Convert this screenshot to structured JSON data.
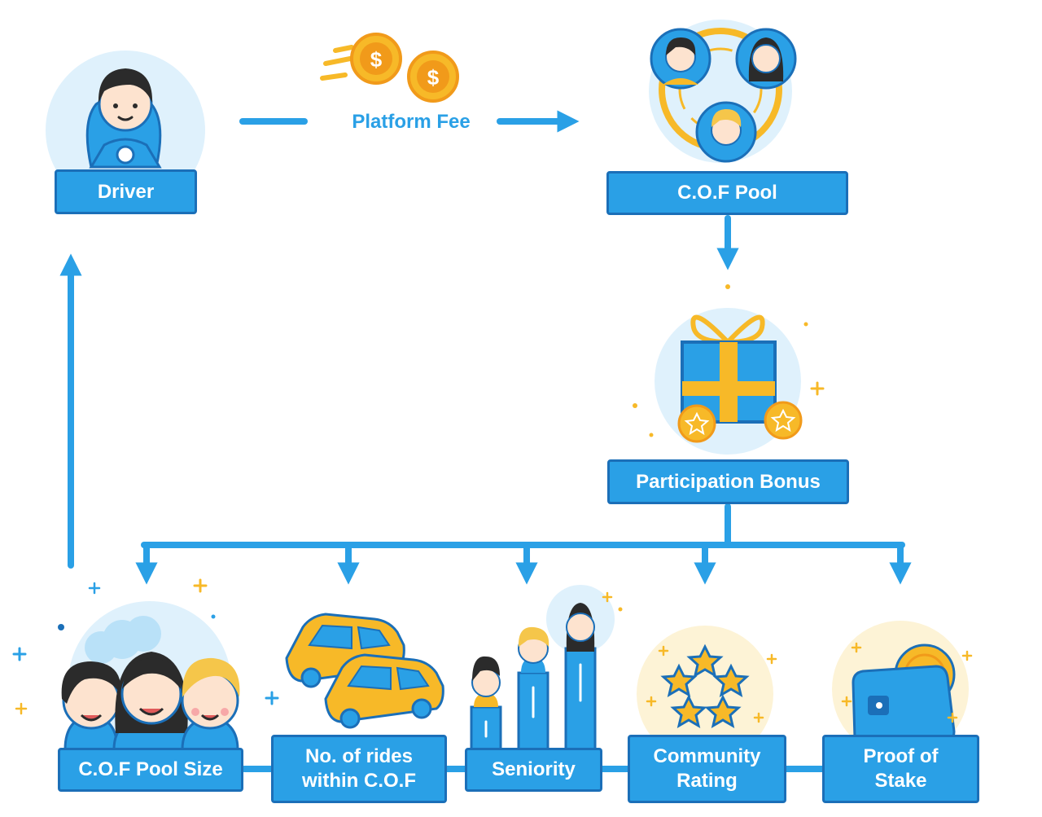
{
  "nodes": {
    "driver": "Driver",
    "pool": "C.O.F Pool",
    "bonus": "Participation Bonus"
  },
  "edge_label": "Platform Fee",
  "factors": [
    "C.O.F Pool Size",
    "No. of rides within C.O.F",
    "Seniority",
    "Community Rating",
    "Proof of Stake"
  ],
  "colors": {
    "primary": "#2aa0e6",
    "border": "#1b6fb8",
    "accent": "#f7b928",
    "halo": "#dff1fc",
    "skin": "#fde3cf",
    "hair": "#2b2b2b",
    "blond": "#f5c64a"
  }
}
